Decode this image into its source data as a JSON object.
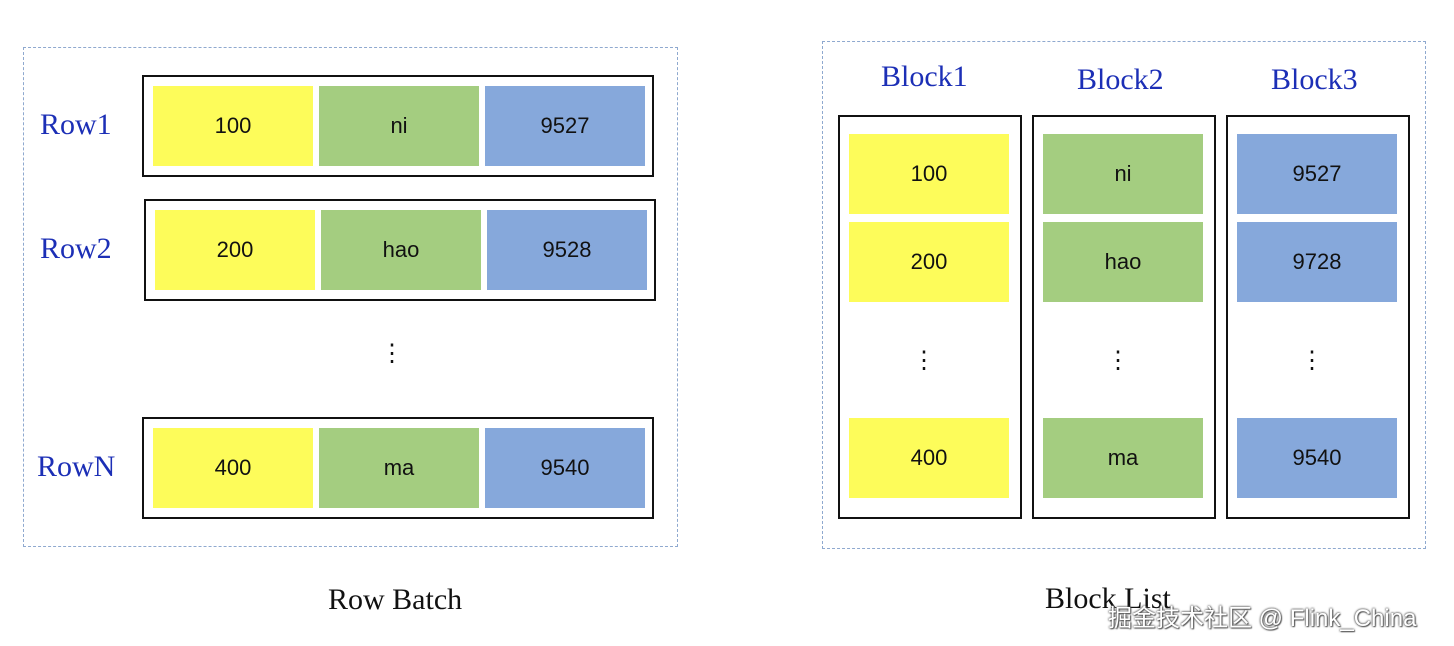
{
  "row_batch": {
    "caption": "Row Batch",
    "rows": [
      {
        "label": "Row1",
        "values": [
          "100",
          "ni",
          "9527"
        ]
      },
      {
        "label": "Row2",
        "values": [
          "200",
          "hao",
          "9528"
        ]
      },
      {
        "label": "RowN",
        "values": [
          "400",
          "ma",
          "9540"
        ]
      }
    ],
    "ellipsis": "⋮"
  },
  "block_list": {
    "caption": "Block List",
    "blocks": [
      {
        "label": "Block1",
        "values": [
          "100",
          "200",
          "400"
        ]
      },
      {
        "label": "Block2",
        "values": [
          "ni",
          "hao",
          "ma"
        ]
      },
      {
        "label": "Block3",
        "values": [
          "9527",
          "9728",
          "9540"
        ]
      }
    ],
    "ellipsis": "⋮"
  },
  "colors": {
    "column1": "#fdfc5a",
    "column2": "#a4cd80",
    "column3": "#86a8db",
    "label_blue": "#1c2fb6",
    "dashed_border": "#8fa9cf"
  },
  "watermark": "掘金技术社区 @ Flink_China"
}
